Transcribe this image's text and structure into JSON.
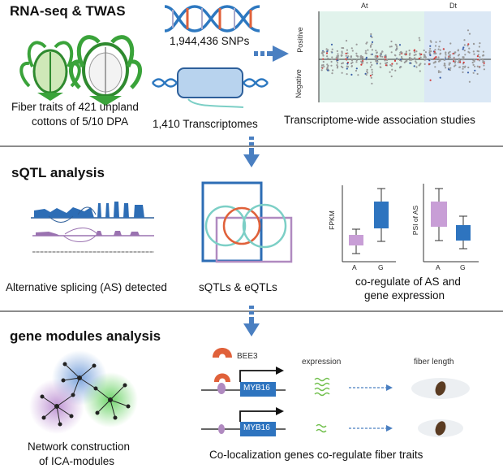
{
  "section1": {
    "title": "RNA-seq & TWAS",
    "fiber_line1": "Fiber traits of  421 unpland",
    "fiber_line2": "cottons of 5/10 DPA",
    "snps": "1,944,436 SNPs",
    "transcriptomes": "1,410 Transcriptomes",
    "twas_caption": "Transcriptome-wide association studies",
    "manhattan": {
      "group_labels": [
        "At",
        "Dt"
      ],
      "y_positive": "Positive",
      "y_negative": "Negative"
    }
  },
  "section2": {
    "title": "sQTL analysis",
    "as_caption": "Alternative splicing (AS) detected",
    "venn_caption": "sQTLs & eQTLs",
    "coreg_line1": "co-regulate of AS and",
    "coreg_line2": "gene expression",
    "box_fpkm": {
      "ylabel": "FPKM",
      "categories": [
        "A",
        "G"
      ]
    },
    "box_psi": {
      "ylabel": "PSI of AS",
      "categories": [
        "A",
        "G"
      ]
    }
  },
  "section3": {
    "title": "gene modules analysis",
    "network_line1": "Network construction",
    "network_line2": "of ICA-modules",
    "bee3": "BEE3",
    "gene": "MYB16",
    "gene2": "MYB16",
    "expression": "expression",
    "fiber_length": "fiber length",
    "colocal_caption": "Co-localization genes co-regulate fiber traits"
  },
  "colors": {
    "blue_arrow": "#4a7fc1",
    "light_blue": "#dbe8f5",
    "orange": "#e0613a",
    "teal": "#7ccfc6",
    "purple": "#b08ac0",
    "green": "#6fbf4a",
    "divider": "#555555"
  }
}
